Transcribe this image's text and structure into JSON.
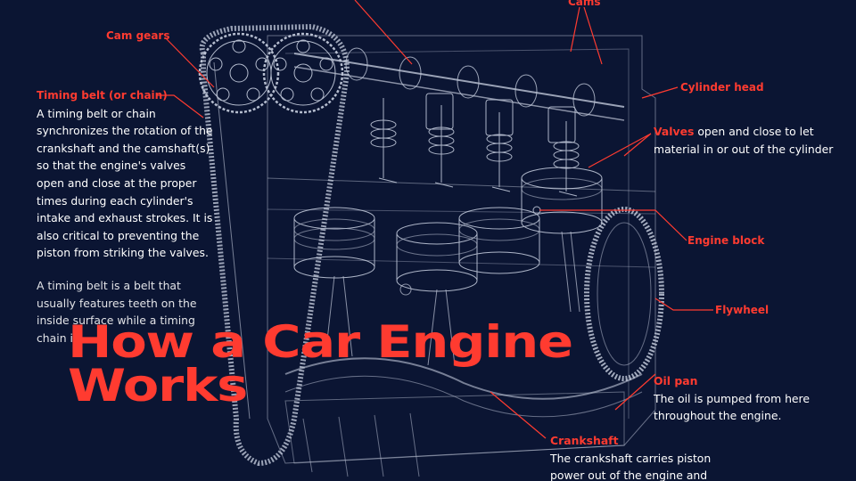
{
  "labels": {
    "cam_gears": "Cam gears",
    "cams": "Cams",
    "cylinder_head": "Cylinder head",
    "engine_block": "Engine block",
    "flywheel": "Flywheel"
  },
  "timing_belt": {
    "title": "Timing belt (or chain)",
    "paragraph1": "A timing belt or chain synchronizes the rotation of the crankshaft and the camshaft(s) so that the engine's valves open and close at the proper times during each cylinder's intake and exhaust strokes. It is also critical to preventing the piston from striking the valves.",
    "paragraph2": "A timing belt is a belt that usually features teeth on the inside surface while a timing chain is"
  },
  "valves": {
    "label": "Valves",
    "text": " open and close to let material in or out of the cylinder"
  },
  "oil_pan": {
    "label": "Oil pan",
    "text": "The oil is pumped from here throughout the engine."
  },
  "crankshaft": {
    "label": "Crankshaft",
    "text": "The crankshaft carries piston power out of the engine and"
  },
  "title": {
    "line1": "How a Car Engine",
    "line2": "Works"
  },
  "colors": {
    "background": "#0b1533",
    "accent": "#ff3b30",
    "text": "#ffffff",
    "wireframe": "#dfe6f5"
  }
}
